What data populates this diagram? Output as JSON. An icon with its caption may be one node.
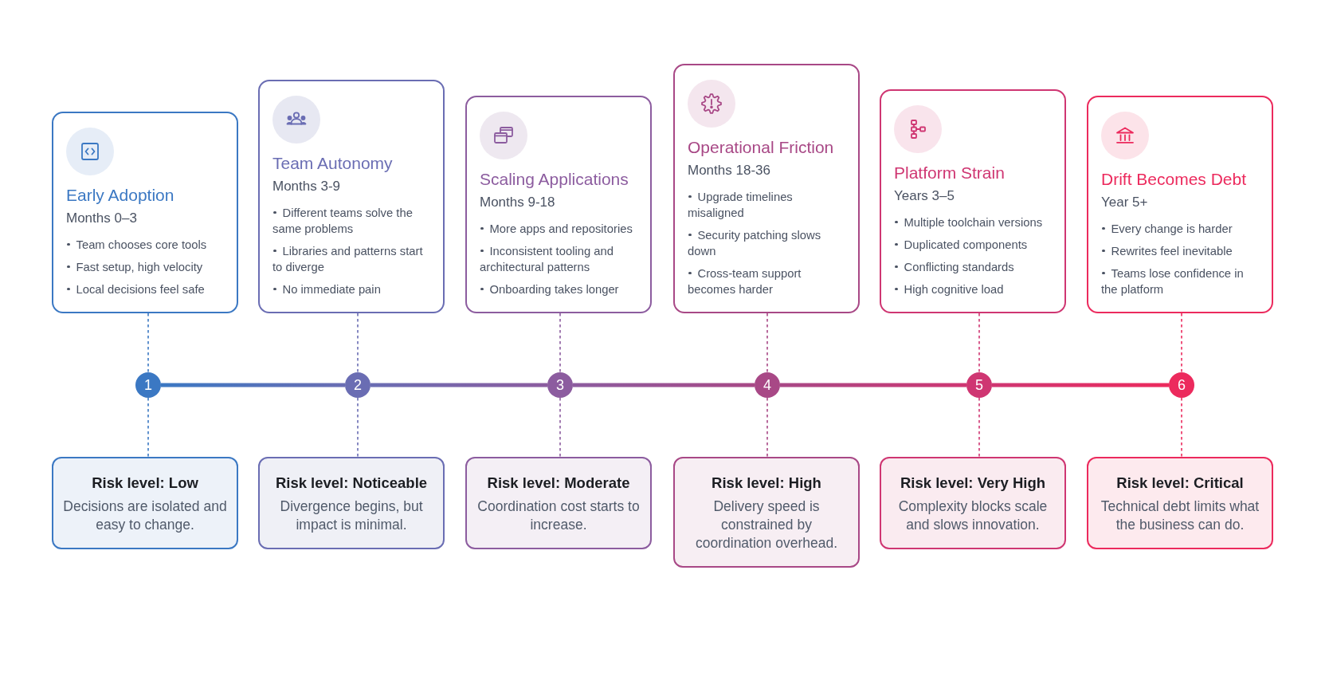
{
  "diagram": {
    "nodes": [
      {
        "text": [
          "Early Adoption",
          "Months 0–3",
          "Team chooses core tools",
          "Fast setup, high velocity",
          "Local decisions feel safe"
        ]
      },
      {
        "text": [
          "Team Autonomy",
          "Months 3-9",
          "Different teams solve the same problems",
          "Libraries and patterns start to diverge",
          "No immediate pain"
        ]
      },
      {
        "text": [
          "Scaling Applications",
          "Months 9-18",
          "More apps and repositories",
          "Inconsistent tooling and architectural patterns",
          "Onboarding takes longer"
        ]
      },
      {
        "text": [
          "Operational Friction",
          "Months 18-36",
          "Upgrade timelines misaligned",
          "Security patching slows down",
          "Cross-team support becomes harder"
        ]
      },
      {
        "text": [
          "Platform Strain",
          "Years 3–5",
          "Multiple toolchain versions",
          "Duplicated components",
          "Conflicting standards",
          "High cognitive load"
        ]
      },
      {
        "text": [
          "Drift Becomes Debt",
          "Year 5+",
          "Every change is harder",
          "Rewrites feel inevitable",
          "Teams lose confidence in the platform"
        ]
      },
      {
        "text": [
          "1"
        ]
      },
      {
        "text": [
          "2"
        ]
      },
      {
        "text": [
          "3"
        ]
      },
      {
        "text": [
          "4"
        ]
      },
      {
        "text": [
          "5"
        ]
      },
      {
        "text": [
          "6"
        ]
      },
      {
        "text": [
          "Risk level: Low",
          "Decisions are isolated and easy to change."
        ]
      },
      {
        "text": [
          "Risk level: Noticeable",
          "Divergence begins, but impact is minimal."
        ]
      },
      {
        "text": [
          "Risk level: Moderate",
          "Coordination cost starts to increase."
        ]
      },
      {
        "text": [
          "Risk level: High",
          "Delivery speed is constrained by coordination overhead."
        ]
      },
      {
        "text": [
          "Risk level: Very High",
          "Complexity blocks scale and slows innovation."
        ]
      },
      {
        "text": [
          "Risk level: Critical",
          "Technical debt limits what the business can do."
        ]
      }
    ],
    "edges": [
      {
        "from": 0,
        "to": 6,
        "arrow": "none",
        "style": "dashed",
        "color": "#3b78c3"
      },
      {
        "from": 6,
        "to": 12,
        "arrow": "none",
        "style": "dashed",
        "color": "#3b78c3"
      },
      {
        "from": 1,
        "to": 7,
        "arrow": "none",
        "style": "dashed",
        "color": "#6a6db3"
      },
      {
        "from": 7,
        "to": 13,
        "arrow": "none",
        "style": "dashed",
        "color": "#6a6db3"
      },
      {
        "from": 2,
        "to": 8,
        "arrow": "none",
        "style": "dashed",
        "color": "#8c5c9f"
      },
      {
        "from": 8,
        "to": 14,
        "arrow": "none",
        "style": "dashed",
        "color": "#8c5c9f"
      },
      {
        "from": 3,
        "to": 9,
        "arrow": "none",
        "style": "dashed",
        "color": "#a84886"
      },
      {
        "from": 9,
        "to": 15,
        "arrow": "none",
        "style": "dashed",
        "color": "#a84886"
      },
      {
        "from": 4,
        "to": 10,
        "arrow": "none",
        "style": "dashed",
        "color": "#cf3672"
      },
      {
        "from": 10,
        "to": 16,
        "arrow": "none",
        "style": "dashed",
        "color": "#cf3672"
      },
      {
        "from": 5,
        "to": 11,
        "arrow": "none",
        "style": "dashed",
        "color": "#ec2a5d"
      },
      {
        "from": 11,
        "to": 17,
        "arrow": "none",
        "style": "dashed",
        "color": "#ec2a5d"
      },
      {
        "from": 6,
        "to": 7,
        "arrow": "none",
        "style": "thick",
        "color": "#6a6db3"
      },
      {
        "from": 7,
        "to": 8,
        "arrow": "none",
        "style": "thick",
        "color": "#8c5c9f"
      },
      {
        "from": 8,
        "to": 9,
        "arrow": "none",
        "style": "thick",
        "color": "#a84886"
      },
      {
        "from": 9,
        "to": 10,
        "arrow": "none",
        "style": "thick",
        "color": "#cf3672"
      },
      {
        "from": 10,
        "to": 11,
        "arrow": "none",
        "style": "thick",
        "color": "#ec2a5d"
      }
    ]
  }
}
